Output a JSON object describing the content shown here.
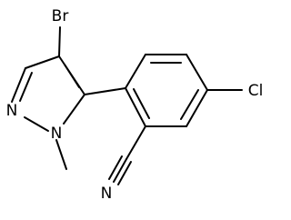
{
  "molecule": {
    "atoms": {
      "br": "Br",
      "n2": "N",
      "n1": "N",
      "cl": "Cl",
      "n_nitrile": "N"
    },
    "colors": {
      "bond": "#000000",
      "label": "#000000",
      "background": "#ffffff"
    }
  }
}
